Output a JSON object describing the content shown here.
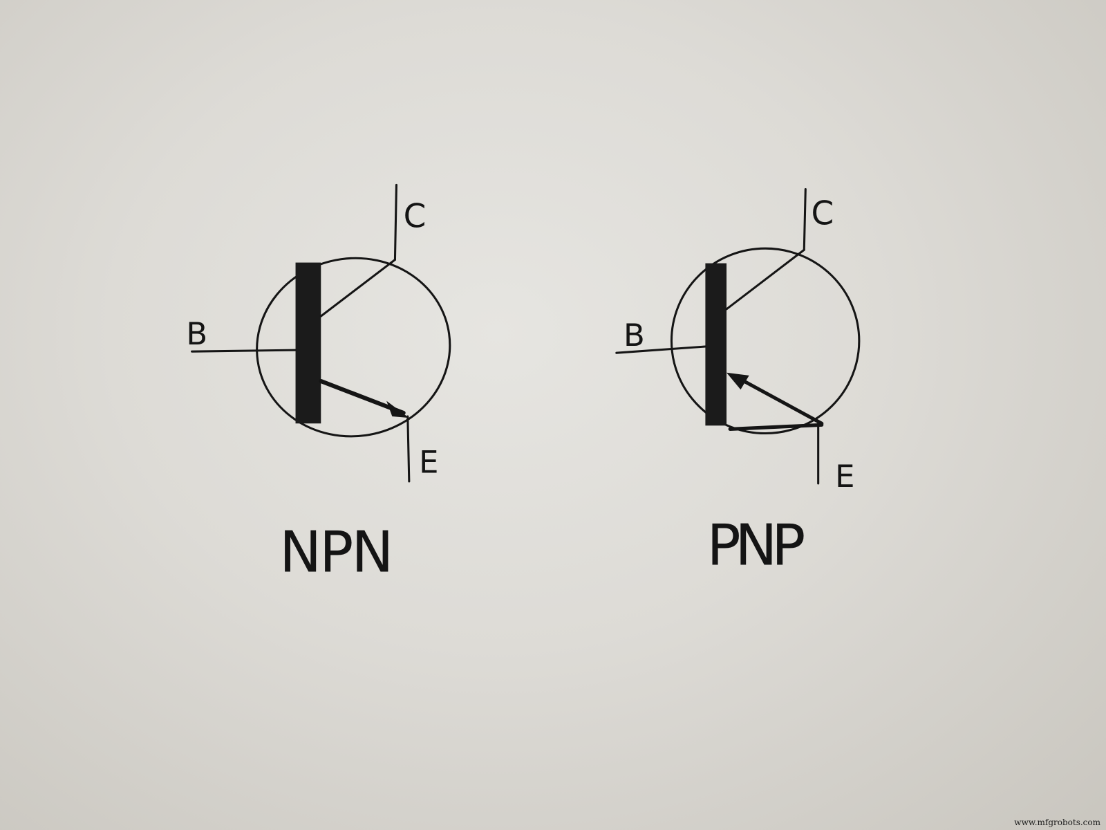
{
  "diagram": {
    "transistors": [
      {
        "type_label": "NPN",
        "base_label": "B",
        "collector_label": "C",
        "emitter_label": "E",
        "arrow_direction": "outward-from-base-to-emitter"
      },
      {
        "type_label": "PNP",
        "base_label": "B",
        "collector_label": "C",
        "emitter_label": "E",
        "arrow_direction": "inward-toward-base"
      }
    ],
    "ink_color": "#151515",
    "paper_color": "#e2e1dd"
  },
  "watermark": "www.mfgrobots.com"
}
